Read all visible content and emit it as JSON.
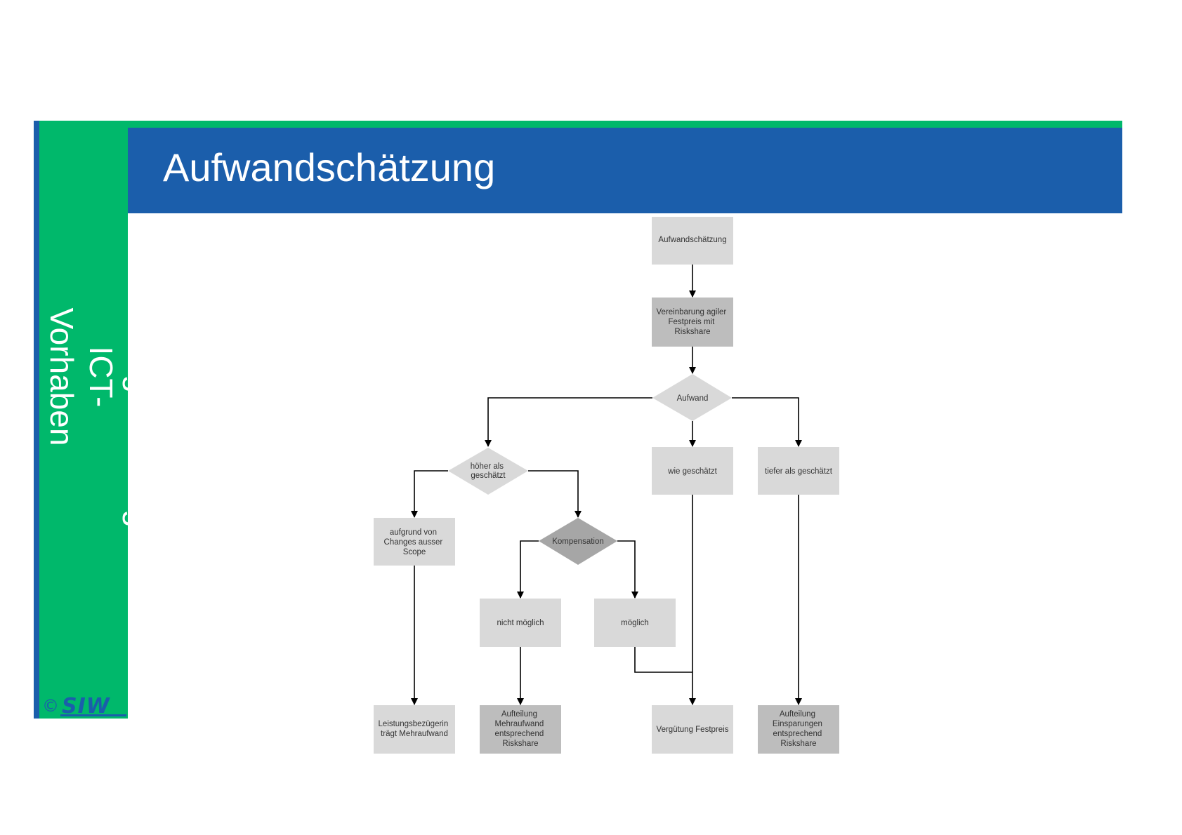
{
  "sidebar": {
    "title_line1": "Kostenmanagement agile ICT-",
    "title_line2": "Vorhaben",
    "logo_copyright": "©",
    "logo_text": "SIW"
  },
  "header": {
    "title": "Aufwandschätzung"
  },
  "colors": {
    "green": "#00b86b",
    "blue": "#1b5eab",
    "box_light": "#d9d9d9",
    "box_medium": "#bdbdbd",
    "box_dark": "#a6a6a6"
  },
  "flowchart": {
    "nodes": {
      "start": "Aufwandschätzung",
      "agreement": [
        "Vereinbarung agiler",
        "Festpreis mit",
        "Riskshare"
      ],
      "decision_effort": "Aufwand",
      "higher": [
        "höher als",
        "geschätzt"
      ],
      "as_estimated": "wie geschätzt",
      "lower": "tiefer als geschätzt",
      "changes": [
        "aufgrund von",
        "Changes ausser",
        "Scope"
      ],
      "compensation": "Kompensation",
      "not_possible": "nicht möglich",
      "possible": "möglich",
      "client_pays": [
        "Leistungsbezügerin",
        "trägt Mehraufwand"
      ],
      "split_extra": [
        "Aufteilung",
        "Mehraufwand",
        "entsprechend",
        "Riskshare"
      ],
      "fixed_price": "Vergütung Festpreis",
      "split_savings": [
        "Aufteilung",
        "Einsparungen",
        "entsprechend",
        "Riskshare"
      ]
    }
  }
}
